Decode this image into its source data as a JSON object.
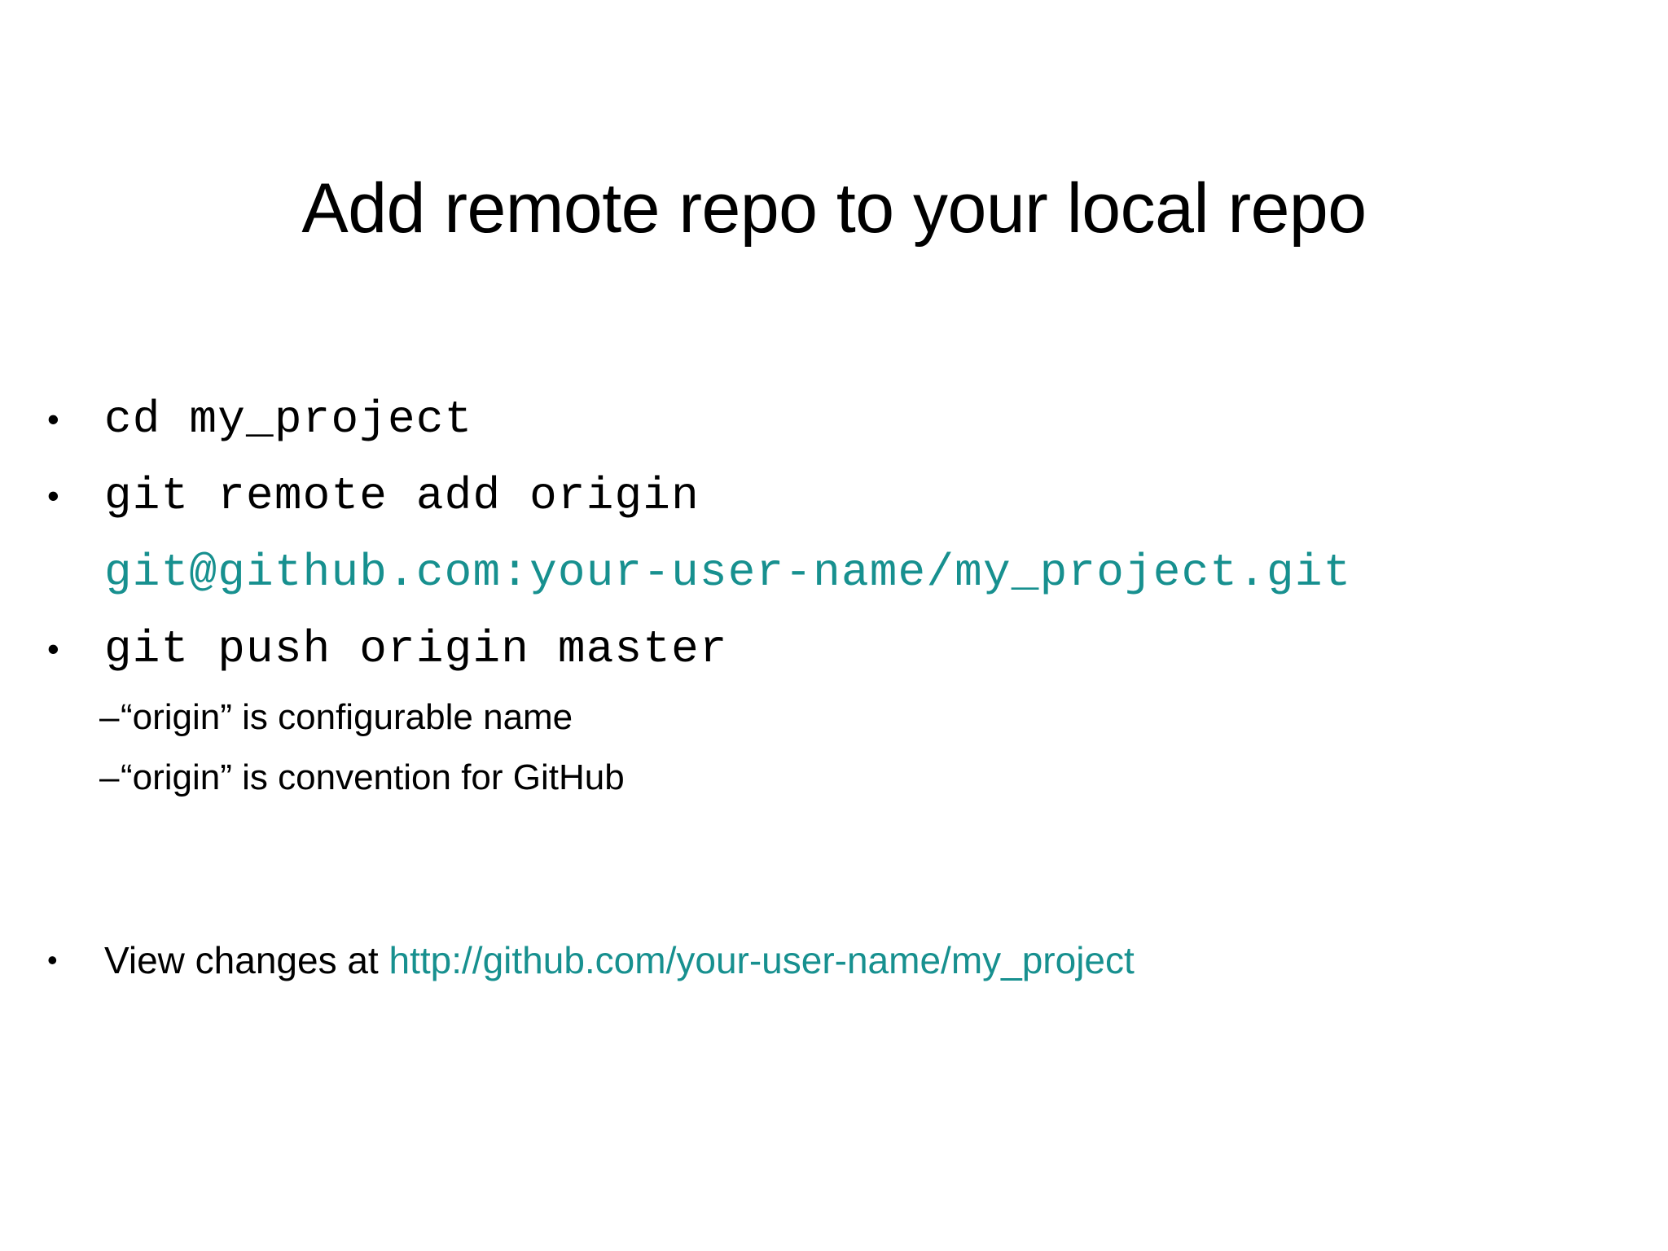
{
  "slide": {
    "title": "Add remote repo to your local repo",
    "background_color": "#ffffff",
    "text_color": "#000000",
    "accent_color": "#17908f",
    "bullet_glyph": "•",
    "subbullet_glyph": "–",
    "bullets": [
      {
        "level": 1,
        "style": "code",
        "lines": [
          {
            "text": "cd my_project",
            "color": "#000000"
          }
        ]
      },
      {
        "level": 1,
        "style": "code",
        "lines": [
          {
            "text": "git remote add origin",
            "color": "#000000"
          },
          {
            "text": "git@github.com:your-user-name/my_project.git",
            "color": "#17908f"
          }
        ]
      },
      {
        "level": 1,
        "style": "code",
        "lines": [
          {
            "text": "git push origin master",
            "color": "#000000"
          }
        ]
      }
    ],
    "subbullets": [
      {
        "text": "“origin” is configurable name"
      },
      {
        "text": "“origin” is convention for GitHub"
      }
    ],
    "footer_bullet": {
      "prefix": "View changes at ",
      "link_text": "http://github.com/your-user-name/my_project",
      "link_color": "#17908f"
    }
  }
}
